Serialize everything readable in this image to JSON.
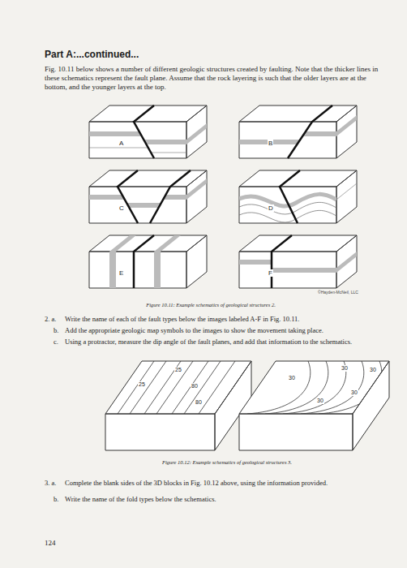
{
  "diagram": {
    "title": "Part A:...continued...",
    "labels": [
      "Fig. 10.11 below shows a number of different geologic structures created by faulting. Note that the thicker lines in these schematics represent the fault plane. Assume that the rock layering is such that the older layers are at the bottom, and the younger layers at the top.",
      "A",
      "B",
      "C",
      "D",
      "E",
      "F",
      "©Hayden-McNeil, LLC",
      "Figure 10.11: Example schematics of geological structures 2.",
      "2. a.",
      "Write the name of each of the fault types below the images labeled A-F in Fig. 10.11.",
      "b.",
      "Add the appropriate geologic map symbols to the images to show the movement taking place.",
      "c.",
      "Using a protractor, measure the dip angle of the fault planes, and add that information to the schematics.",
      "25",
      "25",
      "80",
      "80",
      "30",
      "30",
      "30",
      "30",
      "30",
      "Figure 10.12: Example schematics of geological structures 3.",
      "3. a.",
      "Complete the blank sides of the 3D blocks in Fig. 10.12 above, using the information provided.",
      "b.",
      "Write the name of the fold types below the schematics.",
      "124"
    ]
  }
}
